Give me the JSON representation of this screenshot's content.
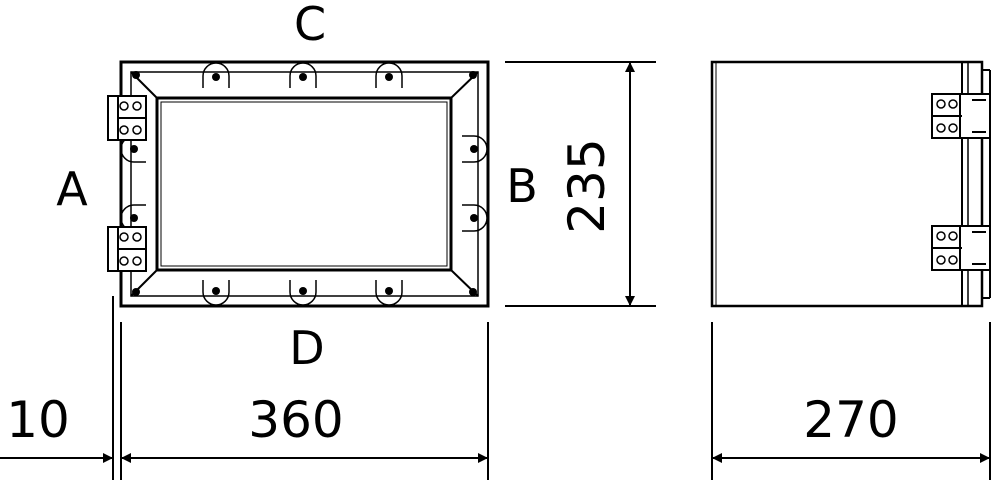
{
  "drawing": {
    "side_labels": {
      "a": "A",
      "b": "B",
      "c": "C",
      "d": "D"
    },
    "dimensions": {
      "flange_offset": "10",
      "width": "360",
      "height": "235",
      "depth": "270"
    }
  }
}
